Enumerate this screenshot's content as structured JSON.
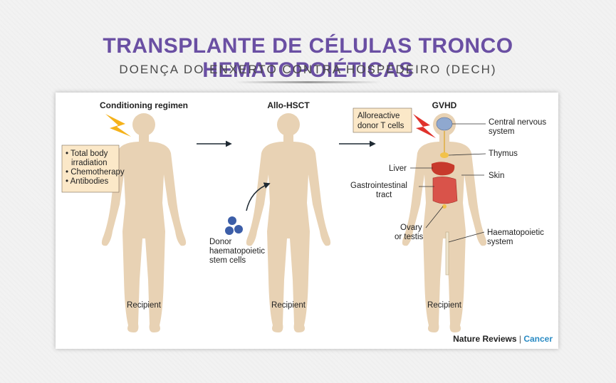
{
  "header": {
    "title": "TRANSPLANTE DE CÉLULAS TRONCO HEMATOPOIÉTICAS",
    "subtitle": "DOENÇA DO ENXERTO CONTRA HOSPEDEIRO (DECH)"
  },
  "panels": {
    "p1": {
      "title": "Conditioning regimen",
      "list": [
        "• Total body",
        "irradiation",
        "• Chemotherapy",
        "• Antibodies"
      ],
      "caption": "Recipient"
    },
    "p2": {
      "title": "Allo-HSCT",
      "donor": [
        "Donor",
        "haematopoietic",
        "stem cells"
      ],
      "caption": "Recipient"
    },
    "p3": {
      "title": "GVHD",
      "alloreactive": [
        "Alloreactive",
        "donor T cells"
      ],
      "labels": {
        "cns": [
          "Central nervous",
          "system"
        ],
        "thymus": "Thymus",
        "liver": "Liver",
        "skin": "Skin",
        "gi": [
          "Gastrointestinal",
          "tract"
        ],
        "ovary": [
          "Ovary",
          "or testis"
        ],
        "haem": [
          "Haematopoietic",
          "system"
        ]
      },
      "caption": "Recipient"
    }
  },
  "credit": {
    "journal": "Nature Reviews",
    "separator": " | ",
    "section": "Cancer"
  },
  "colors": {
    "title_purple": "#6a4fa3",
    "body_skin": "#e8d2b4",
    "box_fill": "#fbe8c8",
    "lightning": "#f5b21b",
    "lightning_red": "#e0322c",
    "cancer_blue": "#2a8bc4",
    "cell_blue": "#3c5ea8"
  }
}
